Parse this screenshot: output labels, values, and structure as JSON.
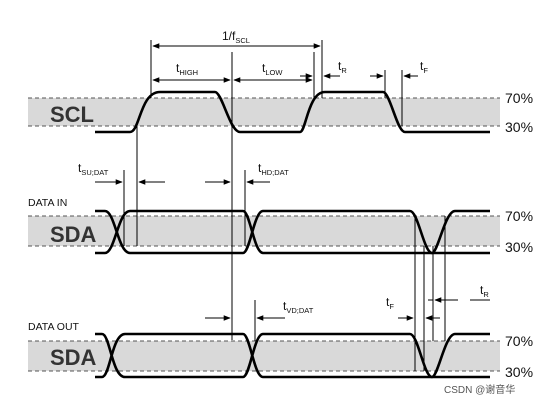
{
  "signals": {
    "scl": "SCL",
    "sda_in": "SDA",
    "sda_out": "SDA"
  },
  "section_labels": {
    "data_in": "DATA IN",
    "data_out": "DATA OUT"
  },
  "thresholds": {
    "high": "70%",
    "low": "30%"
  },
  "timing": {
    "period": {
      "main": "1/f",
      "sub": "SCL"
    },
    "t_high": {
      "main": "t",
      "sub": "HIGH"
    },
    "t_low": {
      "main": "t",
      "sub": "LOW"
    },
    "t_r_scl": {
      "main": "t",
      "sub": "R"
    },
    "t_f_scl": {
      "main": "t",
      "sub": "F"
    },
    "t_su_dat": {
      "main": "t",
      "sub": "SU;DAT"
    },
    "t_hd_dat": {
      "main": "t",
      "sub": "HD;DAT"
    },
    "t_vd_dat": {
      "main": "t",
      "sub": "VD;DAT"
    },
    "t_f_sda": {
      "main": "t",
      "sub": "F"
    },
    "t_r_sda": {
      "main": "t",
      "sub": "R"
    }
  },
  "watermark": "CSDN @谢音华"
}
